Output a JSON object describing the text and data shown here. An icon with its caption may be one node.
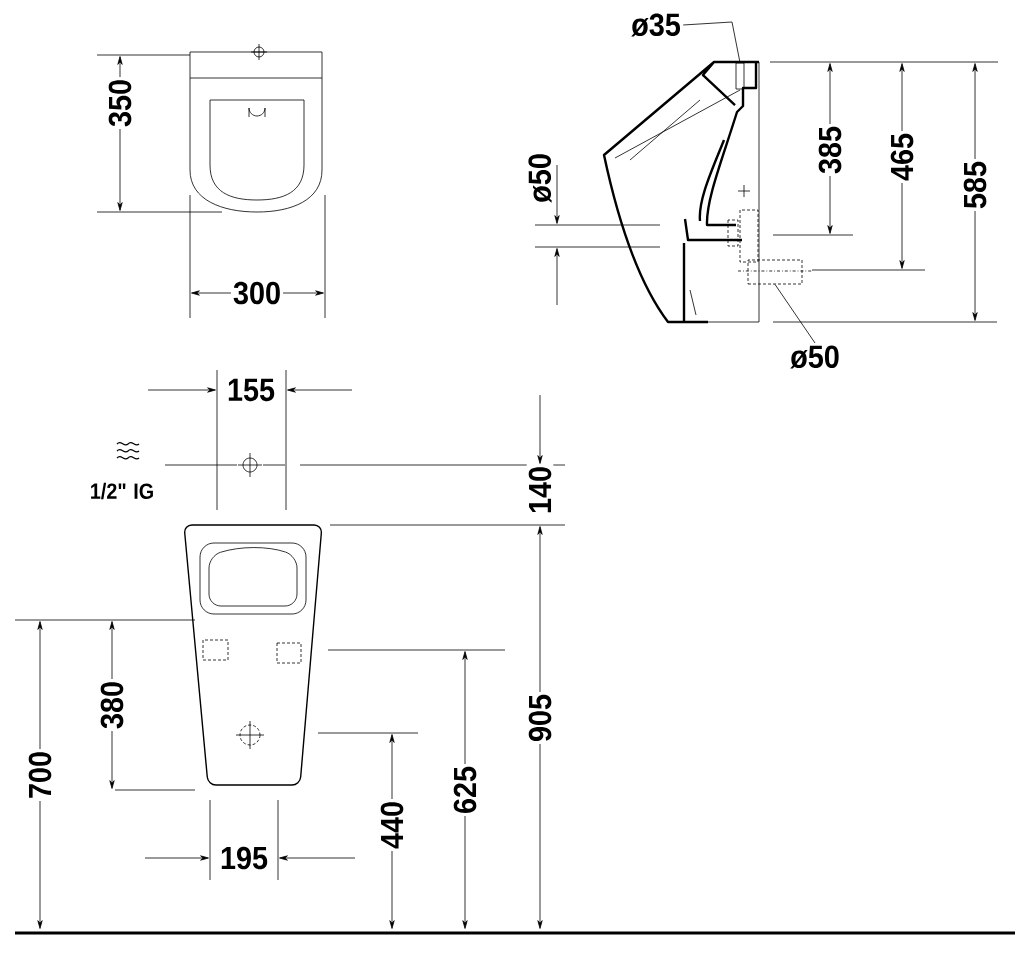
{
  "diagram": {
    "nodes": [
      {
        "text": [
          "ø35"
        ]
      },
      {
        "text": [
          "ø50"
        ]
      },
      {
        "text": [],
        "shape": "box"
      },
      {
        "text": [],
        "shape": "box"
      }
    ],
    "edges": [
      {
        "from": 0,
        "to": 2,
        "arrow": "none"
      },
      {
        "from": 1,
        "to": 3,
        "arrow": "none"
      }
    ],
    "labels": [
      "350",
      "300",
      "ø50",
      "385",
      "465",
      "585",
      "155",
      "1/2\" IG",
      "140",
      "380",
      "700",
      "905",
      "625",
      "440",
      "195"
    ]
  }
}
